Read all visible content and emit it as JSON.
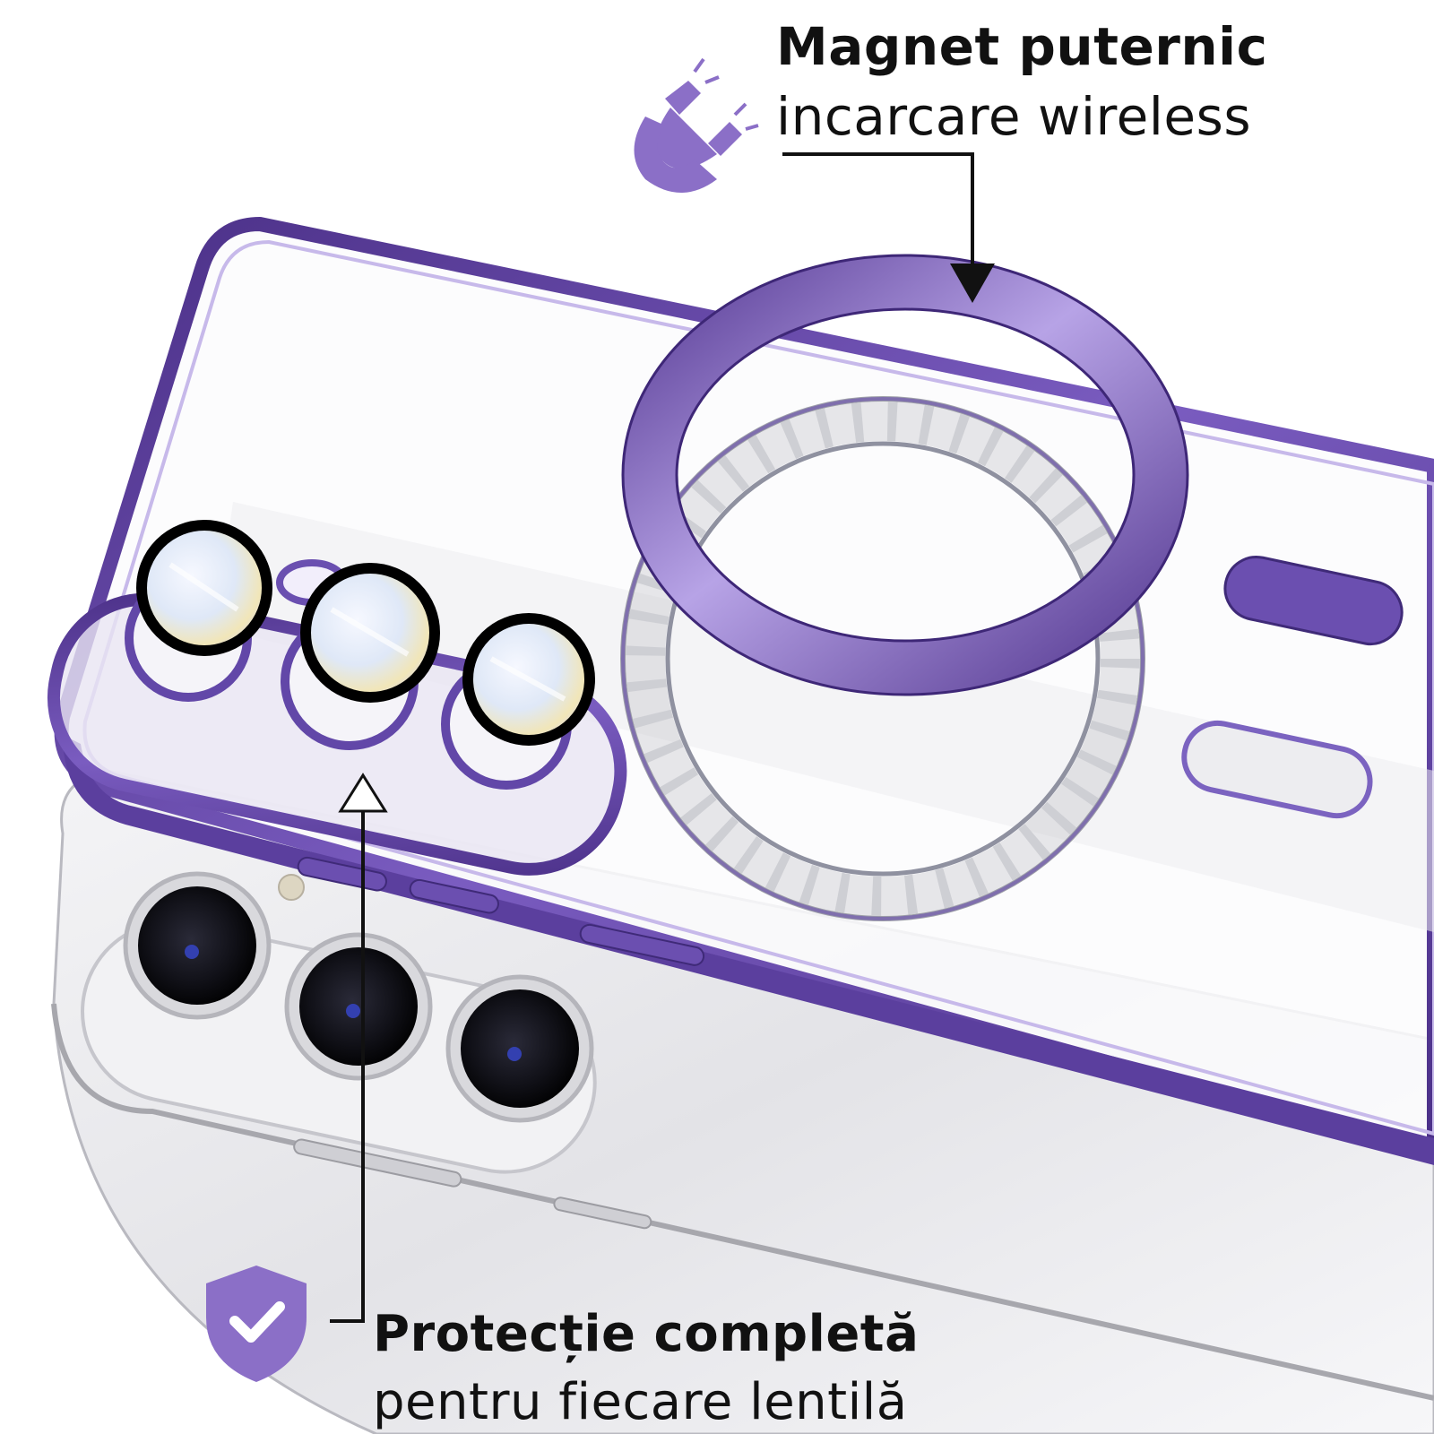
{
  "callouts": {
    "magnet": {
      "title": "Magnet puternic",
      "subtitle": "incarcare wireless",
      "icon": "magnet-icon"
    },
    "protection": {
      "title": "Protecție completă",
      "subtitle": "pentru fiecare lentilă",
      "icon": "shield-check-icon"
    }
  },
  "colors": {
    "accent": "#8b6fc7",
    "case_frame": "#5a3f9a",
    "case_frame_light": "#9b83d6",
    "silver": "#c9c9cf",
    "text": "#111111"
  }
}
